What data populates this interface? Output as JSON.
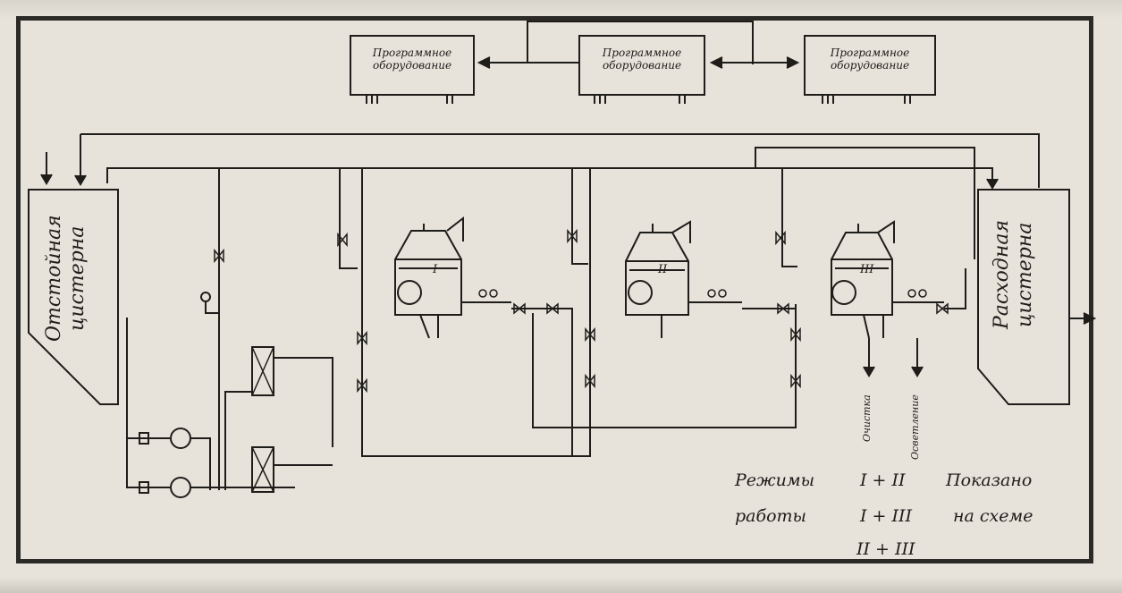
{
  "equipment_boxes": [
    {
      "text": "Программное оборудование"
    },
    {
      "text": "Программное оборудование"
    },
    {
      "text": "Программное оборудование"
    }
  ],
  "tanks": {
    "left": "Отстойная\nцистерна",
    "right": "Расходная\nцистерна"
  },
  "separators": [
    "I",
    "II",
    "III"
  ],
  "outlets": {
    "cleaning": "Очистка",
    "clarification": "Осветление"
  },
  "legend": {
    "row1_label": "Режимы",
    "row2_label": "работы",
    "modes": [
      "I + II",
      "I + III",
      "II + III"
    ],
    "note_line1": "Показано",
    "note_line2": "на схеме"
  },
  "colors": {
    "background": "#e7e3db",
    "ink": "#1f1d1a"
  }
}
